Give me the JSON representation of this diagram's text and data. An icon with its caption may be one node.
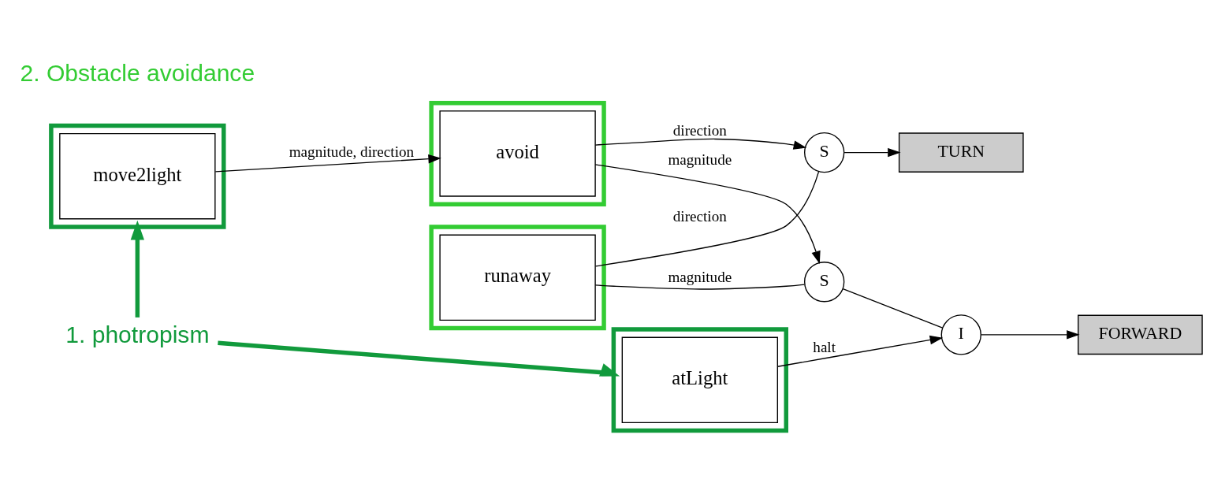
{
  "diagram": {
    "nodes": [
      {
        "text": [
          "1. photropism"
        ]
      },
      {
        "text": [],
        "shape": "box"
      },
      {
        "text": [
          "move2light"
        ],
        "in": 1
      },
      {
        "text": [],
        "shape": "box"
      },
      {
        "text": [
          "avoid"
        ],
        "in": 3
      },
      {
        "text": [],
        "shape": "box"
      },
      {
        "text": [
          "atLight"
        ],
        "in": 5
      },
      {
        "text": [],
        "shape": "box"
      },
      {
        "text": [
          "runaway"
        ],
        "in": 7
      },
      {
        "text": [
          "S"
        ]
      },
      {
        "text": [
          "S"
        ]
      },
      {
        "text": [
          "I"
        ]
      },
      {
        "text": [
          "TURN"
        ]
      },
      {
        "text": [
          "FORWARD"
        ]
      }
    ],
    "edges": [
      {
        "from": 0,
        "to": 1,
        "arrow": "to",
        "style": "thick",
        "color": "#119a3c"
      },
      {
        "from": 0,
        "to": 5,
        "arrow": "to",
        "style": "thick",
        "color": "#119a3c"
      },
      {
        "from": 2,
        "to": 4,
        "arrow": "to",
        "label": "magnitude, direction"
      },
      {
        "from": 4,
        "to": 10,
        "arrow": "to",
        "label": "magnitude"
      },
      {
        "from": 4,
        "to": 9,
        "arrow": "to",
        "label": "direction"
      },
      {
        "from": 6,
        "to": 11,
        "arrow": "to",
        "label": "halt"
      },
      {
        "from": 8,
        "to": 9,
        "arrow": "none",
        "label": "direction"
      },
      {
        "from": 8,
        "to": 10,
        "arrow": "none",
        "label": "magnitude"
      },
      {
        "from": 9,
        "to": 12,
        "arrow": "to"
      },
      {
        "from": 10,
        "to": 11,
        "arrow": "none"
      },
      {
        "from": 11,
        "to": 13,
        "arrow": "to"
      }
    ],
    "labels": [
      "2. Obstacle avoidance"
    ]
  }
}
